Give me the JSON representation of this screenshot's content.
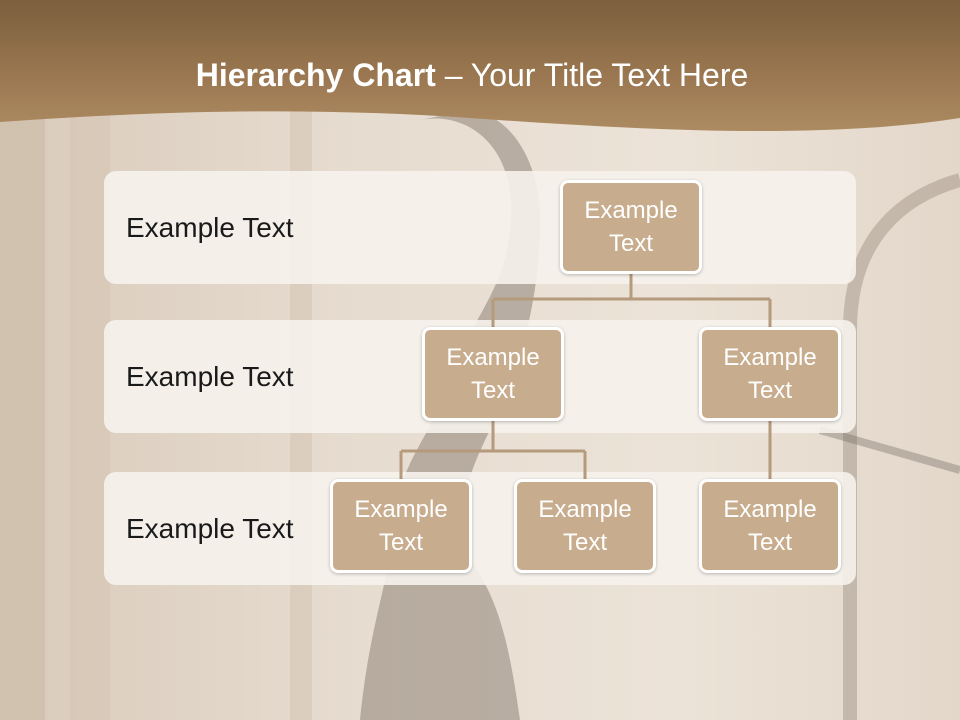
{
  "title": {
    "bold": "Hierarchy Chart",
    "dash": " – ",
    "rest": "Your Title Text Here"
  },
  "bands": [
    {
      "label": "Example Text"
    },
    {
      "label": "Example Text"
    },
    {
      "label": "Example Text"
    }
  ],
  "nodes": {
    "root": "Example Text",
    "level2_left": "Example Text",
    "level2_right": "Example Text",
    "level3_a": "Example Text",
    "level3_b": "Example Text",
    "level3_c": "Example Text"
  },
  "colors": {
    "header_brown": "#9a7750",
    "node_fill": "#c7ac8d",
    "connector": "#b59a7c",
    "band_fill": "#f6f2ec"
  }
}
